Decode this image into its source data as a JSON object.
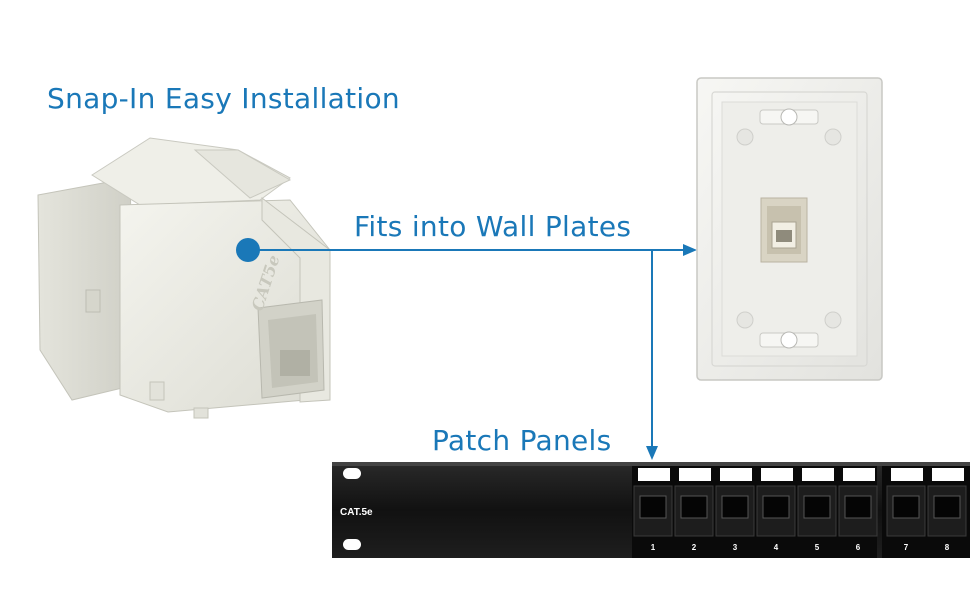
{
  "headline": "Snap-In Easy Installation",
  "callouts": {
    "wall_plates": "Fits into Wall Plates",
    "patch_panels": "Patch Panels"
  },
  "keystone_jack": {
    "marking": "CAT5e"
  },
  "patch_panel": {
    "label": "CAT.5e",
    "port_numbers": [
      "1",
      "2",
      "3",
      "4",
      "5",
      "6",
      "7",
      "8"
    ]
  },
  "colors": {
    "accent": "#1a78b8",
    "panel": "#151515",
    "plastic": "#f1f1ea"
  }
}
